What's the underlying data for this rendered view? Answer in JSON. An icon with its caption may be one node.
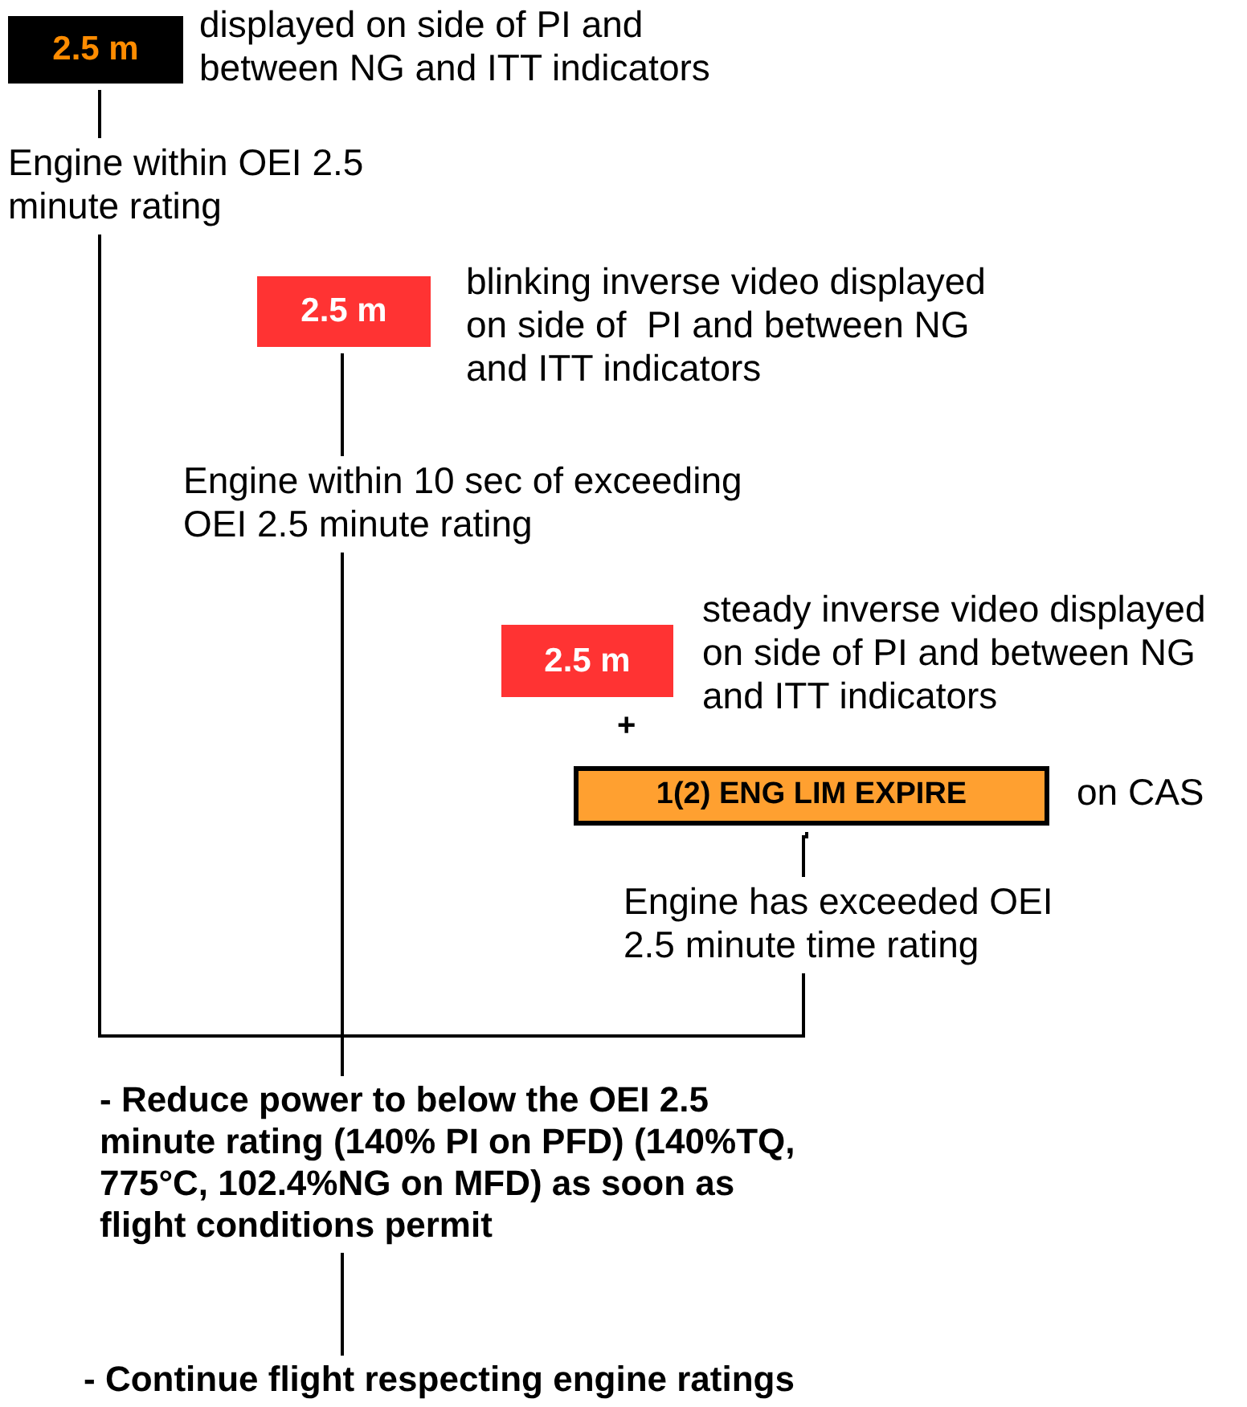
{
  "diagram": {
    "nodes": [
      {
        "text": [
          "2.5 m"
        ],
        "beside": [
          "displayed on side of PI and between NG and ITT indicators"
        ]
      },
      {
        "text": [
          "Engine within OEI 2.5 minute rating"
        ]
      },
      {
        "text": [
          "2.5 m"
        ],
        "beside": [
          "blinking inverse video displayed on side of  PI and between NG and ITT indicators"
        ]
      },
      {
        "text": [
          "Engine within 10 sec of exceeding OEI 2.5 minute  rating"
        ]
      },
      {
        "text": [
          "2.5 m"
        ],
        "beside": [
          "steady inverse video displayed on side of PI and between NG and ITT indicators"
        ]
      },
      {
        "text": [
          "1(2) ENG LIM EXPIRE"
        ],
        "beside": [
          "on CAS"
        ]
      },
      {
        "text": [
          "Engine has exceeded OEI 2.5 minute time rating"
        ]
      },
      {
        "text": [
          "- Reduce power to below the OEI 2.5 minute rating (140% PI on PFD) (140%TQ, 775°C, 102.4%NG on MFD) as soon as flight conditions permit"
        ]
      },
      {
        "text": [
          "- Continue flight respecting engine ratings"
        ]
      }
    ],
    "edges": [
      {
        "from": 0,
        "to": 1,
        "arrow": "none"
      },
      {
        "from": 2,
        "to": 3,
        "arrow": "none"
      },
      {
        "from": 5,
        "to": 6,
        "arrow": "none"
      },
      {
        "from": 1,
        "to": 7,
        "arrow": "none"
      },
      {
        "from": 3,
        "to": 7,
        "arrow": "none"
      },
      {
        "from": 6,
        "to": 7,
        "arrow": "none"
      },
      {
        "from": 7,
        "to": 8,
        "arrow": "none"
      }
    ],
    "labels": [
      "+"
    ]
  }
}
